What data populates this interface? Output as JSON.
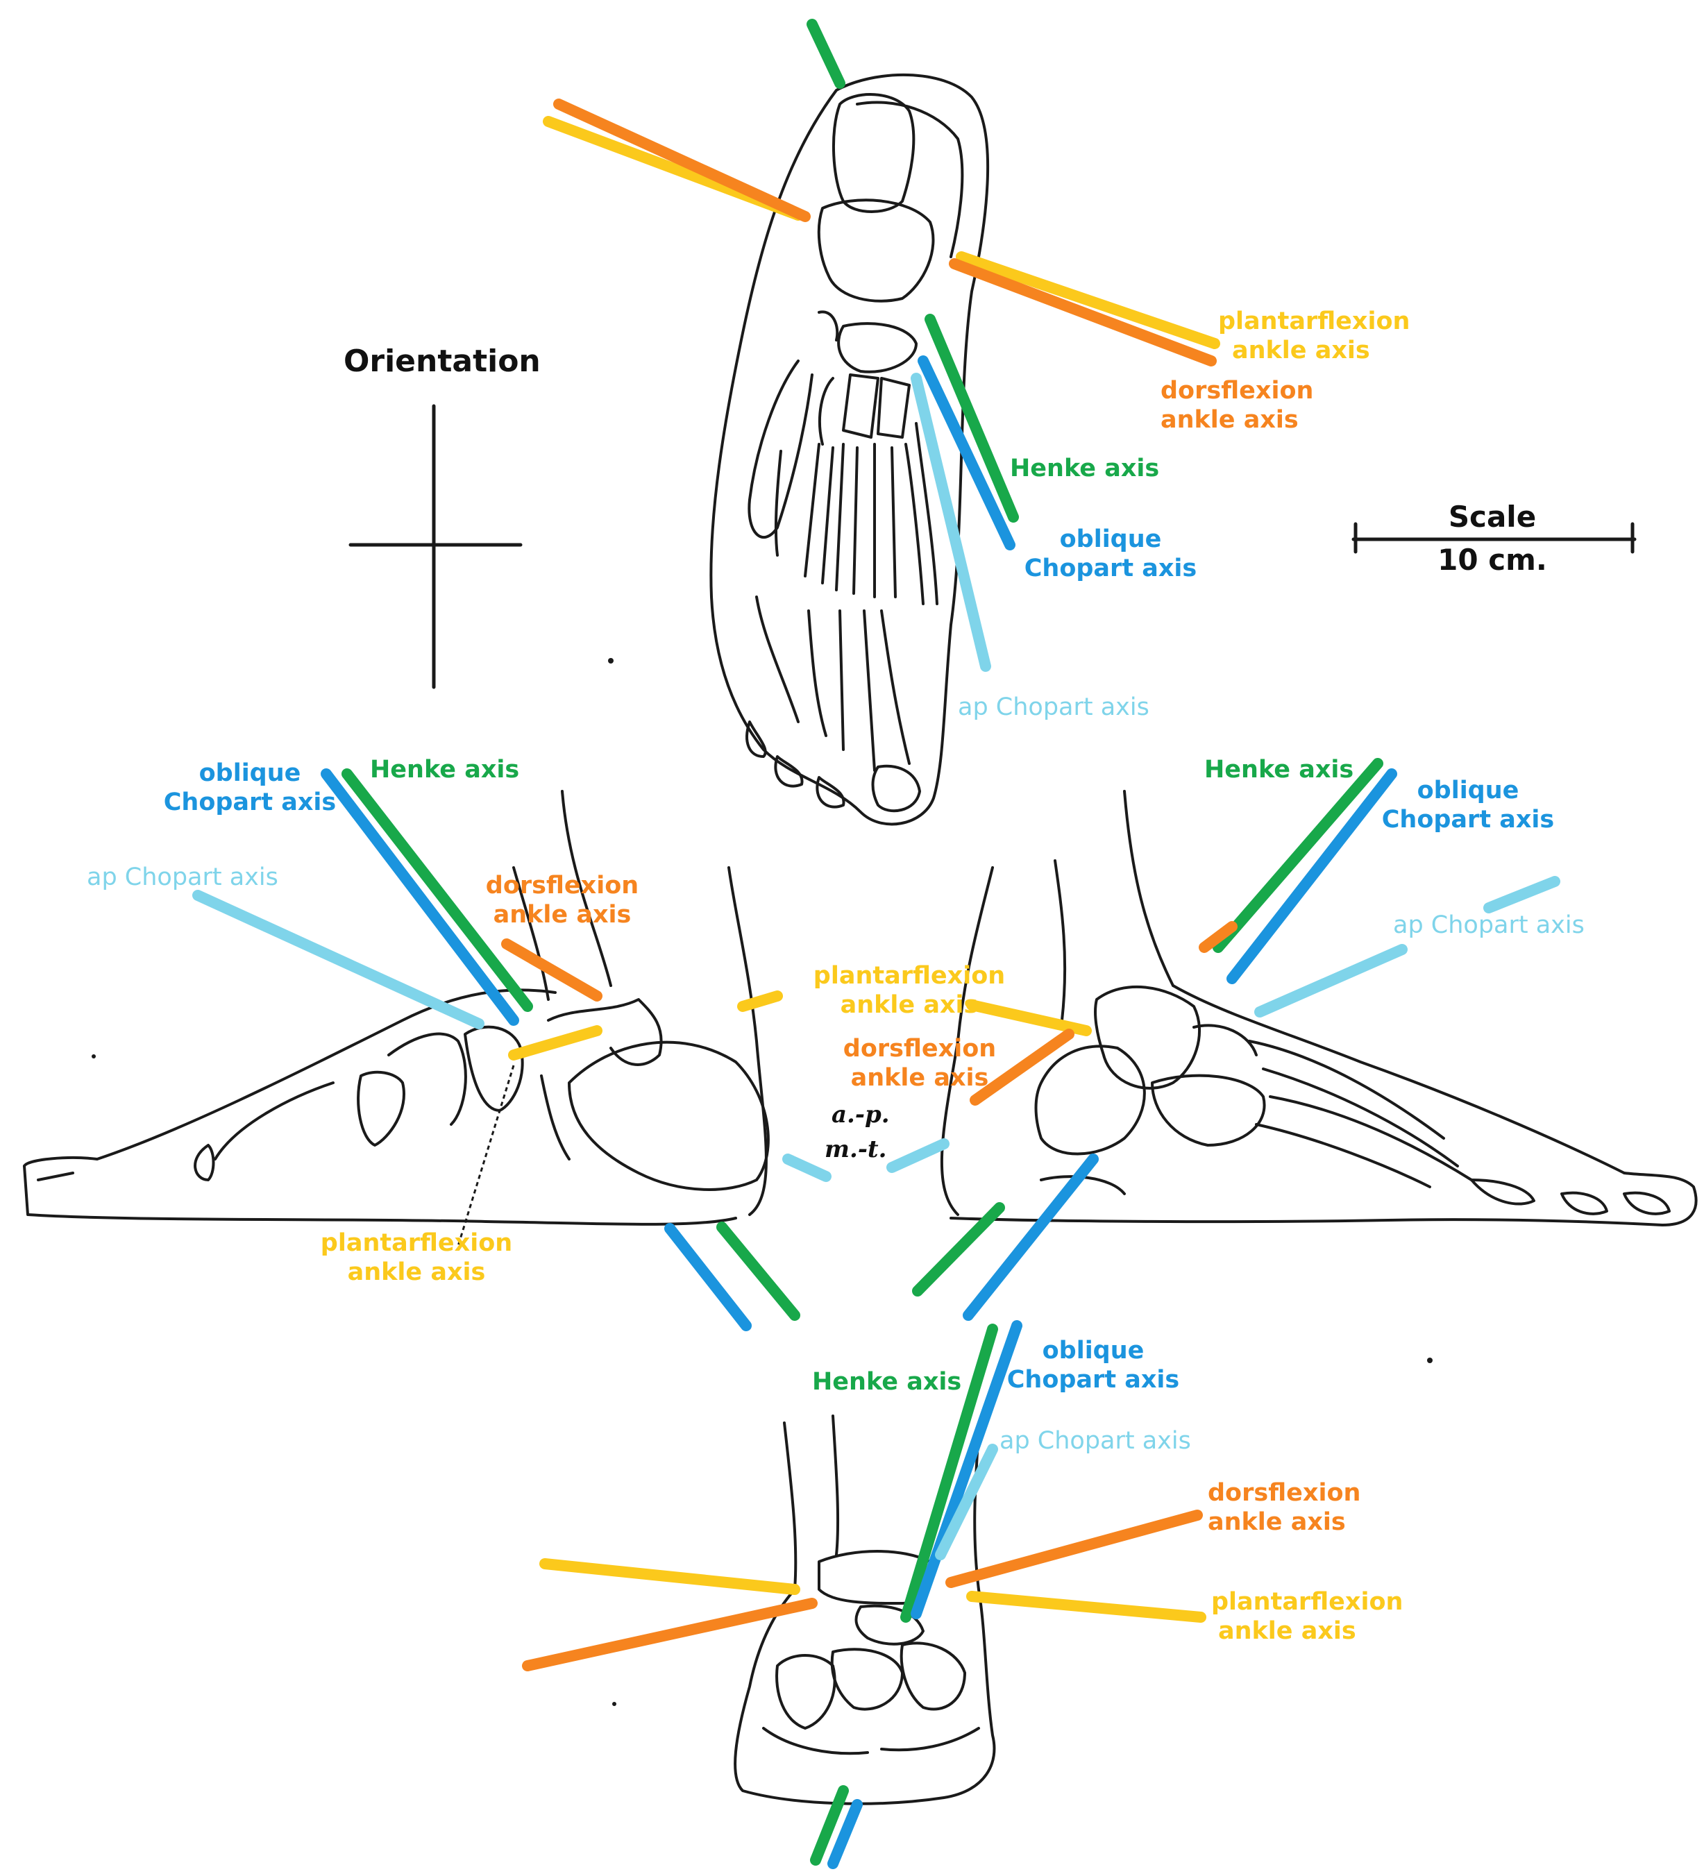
{
  "colors": {
    "green": "#18a84a",
    "blue": "#1b94de",
    "light_blue": "#7fd4ea",
    "orange": "#f6841f",
    "yellow": "#fbc91c",
    "outline": "#1a1a1a"
  },
  "legend": {
    "orientation_title": "Orientation",
    "scale_title": "Scale",
    "scale_value": "10 cm."
  },
  "top_view": {
    "plantarflexion": [
      "plantarflexion",
      "ankle axis"
    ],
    "dorsflexion": [
      "dorsflexion",
      "ankle axis"
    ],
    "henke": "Henke axis",
    "oblique": [
      "oblique",
      "Chopart axis"
    ],
    "ap_chopart": "ap Chopart axis"
  },
  "left_view": {
    "oblique": [
      "oblique",
      "Chopart axis"
    ],
    "henke": "Henke axis",
    "ap_chopart": "ap Chopart axis",
    "dorsflexion": [
      "dorsflexion",
      "ankle axis"
    ],
    "plantarflexion": [
      "plantarflexion",
      "ankle axis"
    ]
  },
  "center": {
    "plantarflexion": [
      "plantarflexion",
      "ankle axis"
    ],
    "dorsflexion": [
      "dorsflexion",
      "ankle axis"
    ],
    "ap_marker": "a.-p.",
    "mt_marker": "m.-t."
  },
  "right_view": {
    "henke": "Henke axis",
    "oblique": [
      "oblique",
      "Chopart axis"
    ],
    "ap_chopart": "ap Chopart axis"
  },
  "bottom_view": {
    "henke": "Henke axis",
    "oblique": [
      "oblique",
      "Chopart axis"
    ],
    "ap_chopart": "ap Chopart axis",
    "dorsflexion": [
      "dorsflexion",
      "ankle axis"
    ],
    "plantarflexion": [
      "plantarflexion",
      "ankle axis"
    ]
  }
}
